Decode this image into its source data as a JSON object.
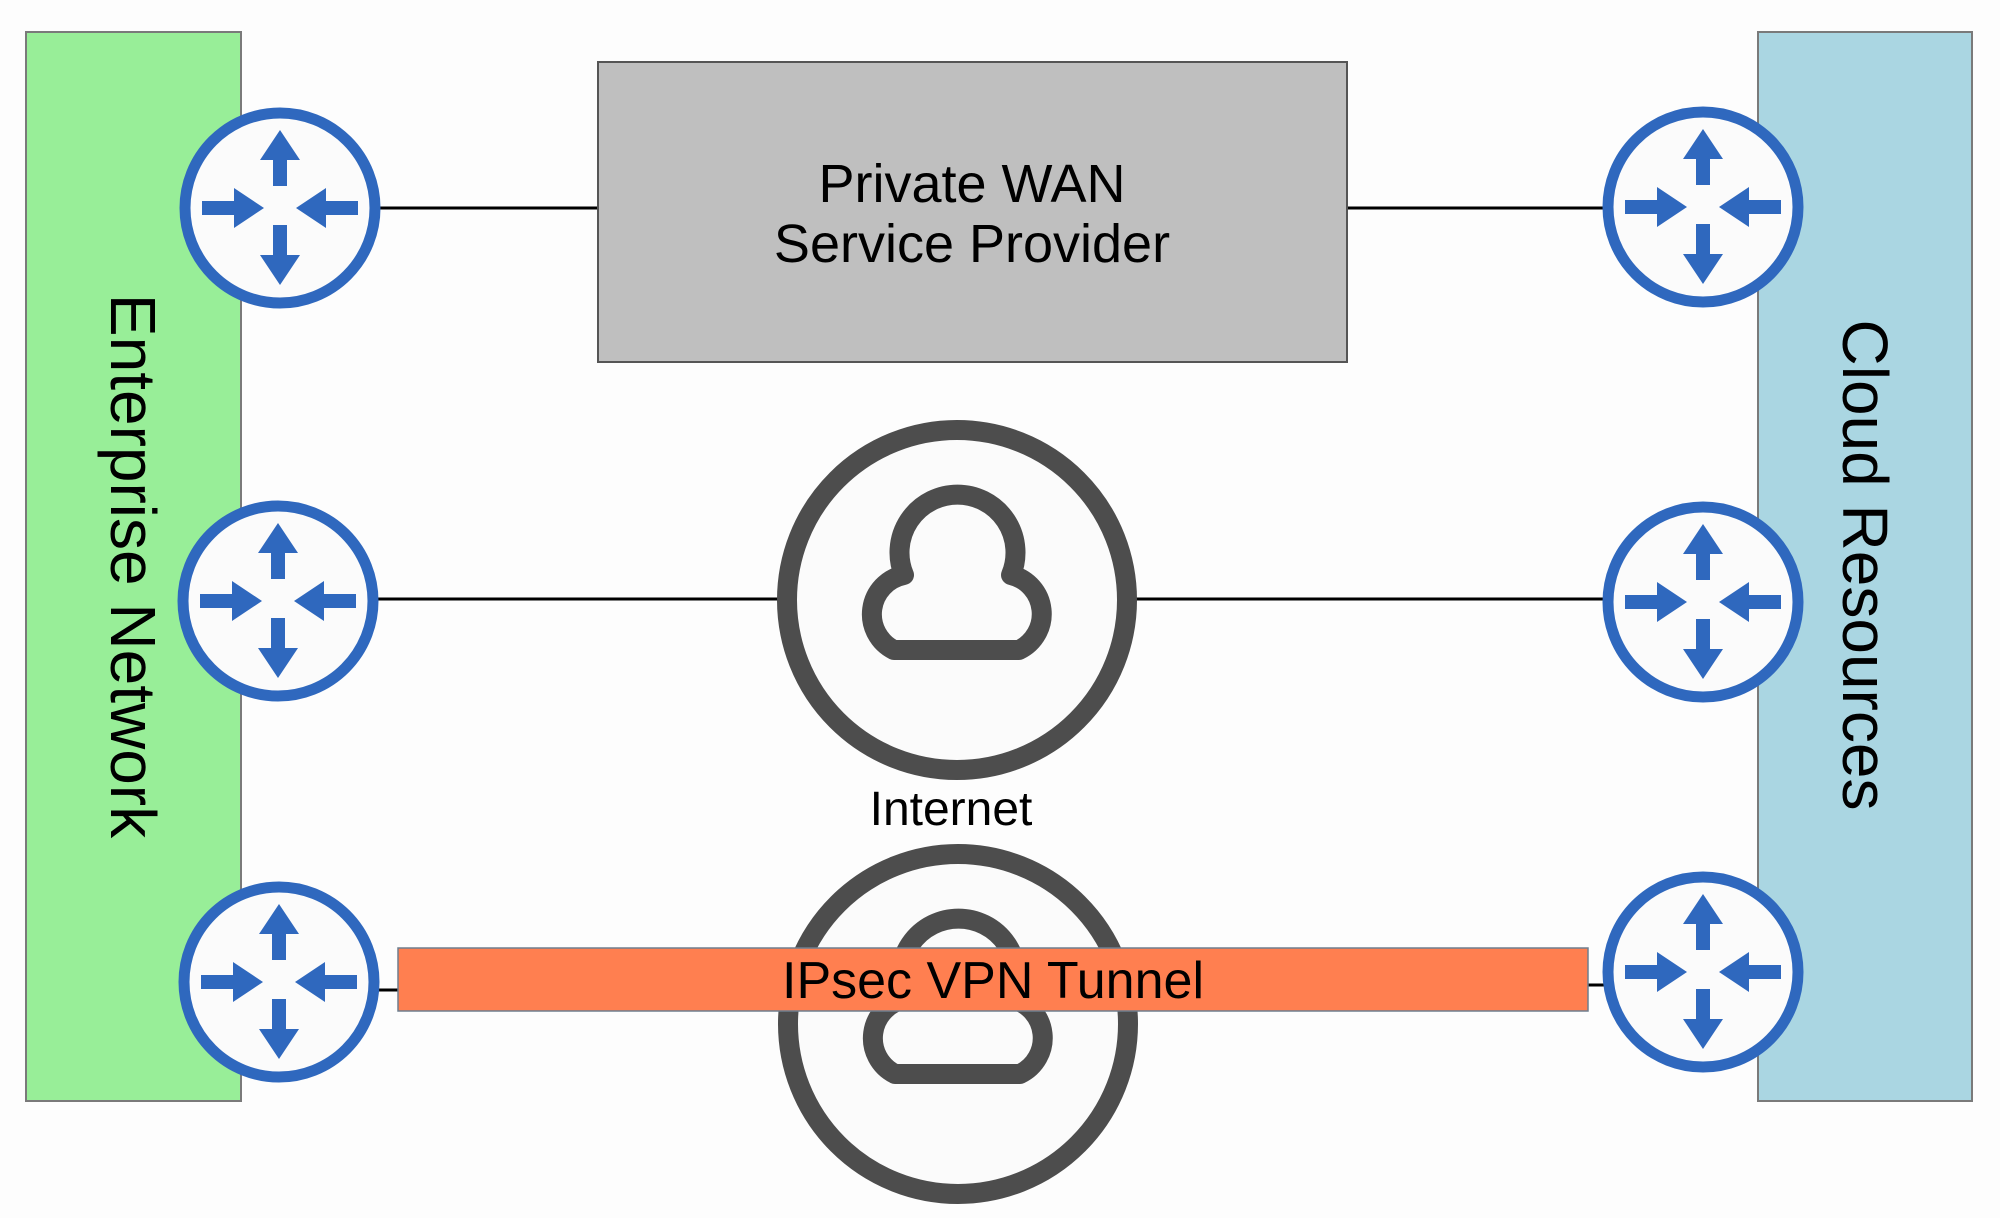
{
  "diagram": {
    "title": "Enterprise to Cloud connectivity options",
    "enterprise": {
      "label": "Enterprise Network",
      "color": "#98ee98"
    },
    "cloud": {
      "label": "Cloud Resources",
      "color": "#aad6e2"
    },
    "private_wan": {
      "line1": "Private WAN",
      "line2": "Service Provider",
      "color": "#bfbfbf"
    },
    "internet": {
      "label": "Internet",
      "icon": "cloud-icon",
      "color": "#4d4d4d"
    },
    "vpn_tunnel": {
      "label": "IPsec VPN Tunnel",
      "color": "#ff7f50"
    },
    "router": {
      "icon": "router-icon",
      "color": "#2f68be"
    },
    "connections": [
      {
        "from": "enterprise-router-1",
        "via": "Private WAN Service Provider",
        "to": "cloud-router-1"
      },
      {
        "from": "enterprise-router-2",
        "via": "Internet",
        "to": "cloud-router-2"
      },
      {
        "from": "enterprise-router-3",
        "via": "IPsec VPN Tunnel over Internet",
        "to": "cloud-router-3"
      }
    ]
  }
}
